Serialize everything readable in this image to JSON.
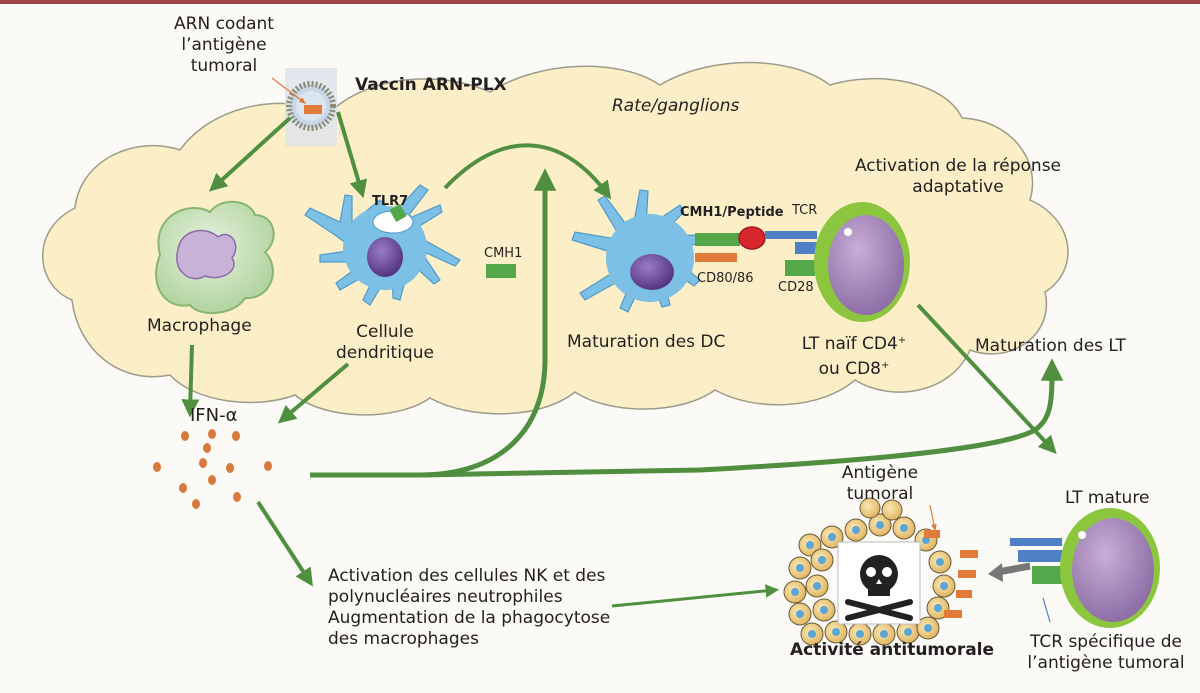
{
  "labels": {
    "arn_line1": "ARN codant",
    "arn_line2": "l’antigène",
    "arn_line3": "tumoral",
    "vaccin": "Vaccin ARN-PLX",
    "rate": "Rate/ganglions",
    "activation_line1": "Activation de la réponse",
    "activation_line2": "adaptative",
    "macrophage": "Macrophage",
    "tlr7": "TLR7",
    "cmh1": "CMH1",
    "cellule_line1": "Cellule",
    "cellule_line2": "dendritique",
    "cmh1_peptide": "CMH1/Peptide",
    "tcr": "TCR",
    "cd80": "CD80/86",
    "cd28": "CD28",
    "maturation_dc": "Maturation des DC",
    "lt_naif_line1": "LT naïf CD4",
    "lt_naif_sup1": "+",
    "lt_naif_line2": "ou CD8",
    "lt_naif_sup2": "+",
    "maturation_lt": "Maturation des LT",
    "ifn": "IFN-α",
    "antigene_line1": "Antigène",
    "antigene_line2": "tumoral",
    "lt_mature": "LT mature",
    "nk_line1": "Activation des cellules NK et des",
    "nk_line2": "polynucléaires neutrophiles",
    "nk_line3": "Augmentation de la phagocytose",
    "nk_line4": "des macrophages",
    "activite": "Activité antitumorale",
    "tcr_spec_line1": "TCR spécifique de",
    "tcr_spec_line2": "l’antigène tumoral"
  },
  "colors": {
    "cloud": "#fcefc8",
    "cloud_stroke": "#9b9c8a",
    "arrow": "#4f8f3f",
    "top_band": "#9e4345",
    "dc": "#7cc0e6",
    "nucleus": "#6d4a9c",
    "lt_ring": "#8cc63f",
    "lt_body": "#a88ab8",
    "dot": "#d97a3d"
  }
}
